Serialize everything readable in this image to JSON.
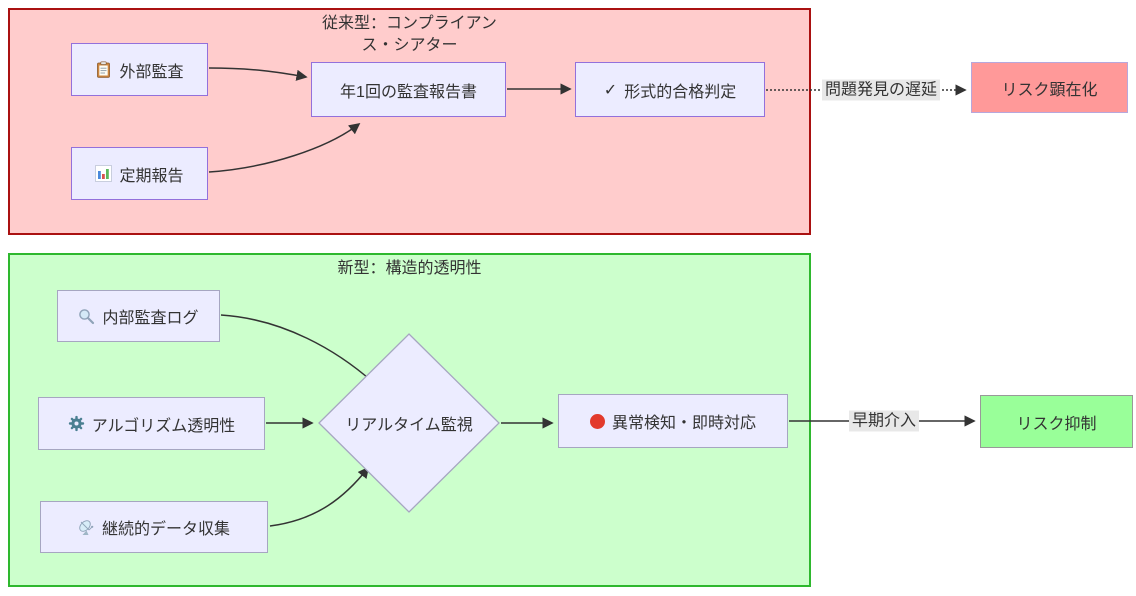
{
  "colors": {
    "text": "#333333",
    "arrow": "#333333",
    "label_bg": "#e8e8e8",
    "node_fill": "#ECECFF",
    "node_border_purple": "#9370DB",
    "node_border_gray": "#a6a6c1",
    "top_fill": "#ffcccc",
    "top_border": "#aa1111",
    "bottom_fill": "#ccffcc",
    "bottom_border": "#2eb82e",
    "risk_red_fill": "#ff9999",
    "risk_red_border": "#b7a7dc",
    "risk_green_fill": "#99ff99",
    "risk_green_border": "#999999"
  },
  "top": {
    "title_line1": "従来型：コンプライアン",
    "title_line2": "ス・シアター",
    "nodes": {
      "external_audit": {
        "label": "外部監査",
        "icon": "clipboard-icon"
      },
      "periodic_report": {
        "label": "定期報告",
        "icon": "bar-chart-icon"
      },
      "annual_report": {
        "label": "年1回の監査報告書"
      },
      "formal_pass": {
        "label": "形式的合格判定",
        "icon": "check-icon",
        "check_glyph": "✓"
      },
      "risk_materialization": {
        "label": "リスク顕在化"
      }
    },
    "edge_label": "問題発見の遅延"
  },
  "bottom": {
    "title": "新型：構造的透明性",
    "nodes": {
      "internal_audit_log": {
        "label": "内部監査ログ",
        "icon": "magnifier-icon"
      },
      "algorithm_transparency": {
        "label": "アルゴリズム透明性",
        "icon": "gear-icon"
      },
      "continuous_data_collection": {
        "label": "継続的データ収集",
        "icon": "satellite-icon"
      },
      "realtime_monitoring": {
        "label": "リアルタイム監視"
      },
      "anomaly_detection": {
        "label": "異常検知・即時対応",
        "icon": "red-circle-icon"
      },
      "risk_suppression": {
        "label": "リスク抑制"
      }
    },
    "edge_label": "早期介入"
  }
}
